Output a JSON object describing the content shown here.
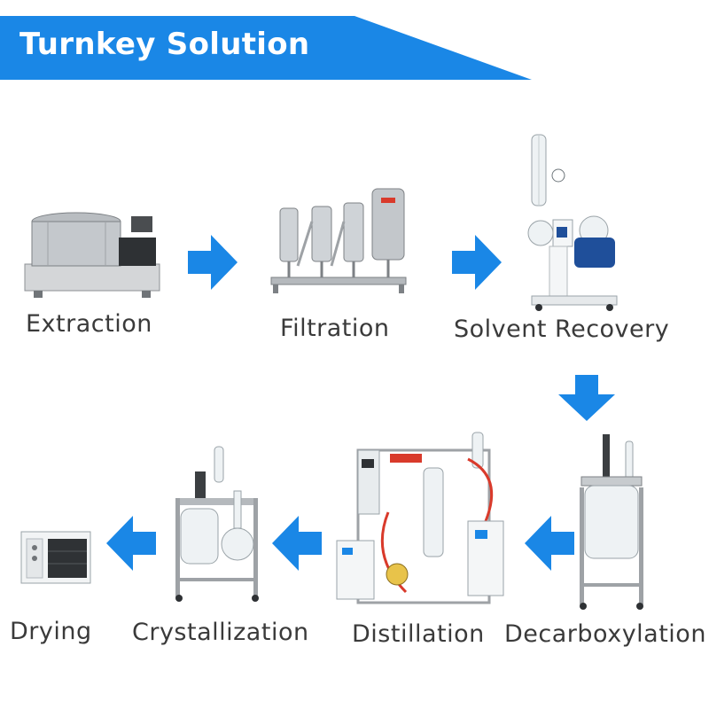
{
  "banner": {
    "title": "Turnkey Solution"
  },
  "colors": {
    "accent": "#1a87e6",
    "label": "#3a3a3a"
  },
  "steps": [
    {
      "label": "Extraction",
      "icon": "centrifuge-extractor-icon"
    },
    {
      "label": "Filtration",
      "icon": "filter-housings-icon"
    },
    {
      "label": "Solvent Recovery",
      "icon": "rotary-evaporator-icon"
    },
    {
      "label": "Decarboxylation",
      "icon": "jacketed-reactor-icon"
    },
    {
      "label": "Distillation",
      "icon": "short-path-distillation-icon"
    },
    {
      "label": "Crystallization",
      "icon": "crystallization-reactor-icon"
    },
    {
      "label": "Drying",
      "icon": "vacuum-oven-icon"
    }
  ]
}
